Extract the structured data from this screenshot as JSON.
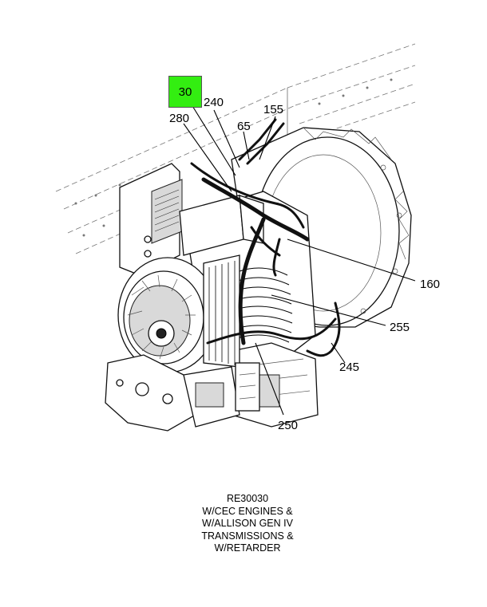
{
  "highlight": {
    "label": "30",
    "color": "#33ee11"
  },
  "callouts": {
    "c240": "240",
    "c155": "155",
    "c280": "280",
    "c65": "65",
    "c160": "160",
    "c255": "255",
    "c245": "245",
    "c250": "250"
  },
  "caption": {
    "line1": "RE30030",
    "line2": "W/CEC ENGINES &",
    "line3": "W/ALLISON GEN IV",
    "line4": "TRANSMISSIONS &",
    "line5": "W/RETARDER"
  }
}
